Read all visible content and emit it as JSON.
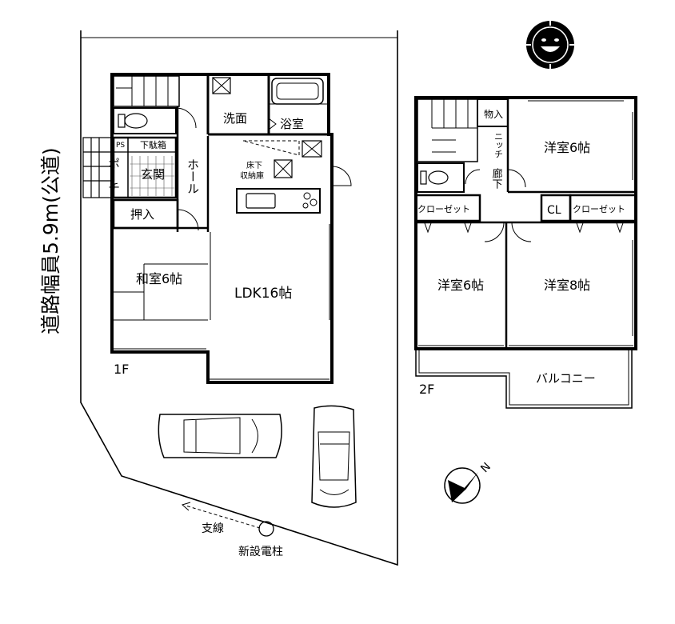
{
  "road": {
    "label": "道路幅員5.9m(公道)"
  },
  "floor1": {
    "floor_label": "1F",
    "rooms": {
      "washroom": "洗面",
      "bathroom": "浴室",
      "shoe_cabinet": "下駄箱",
      "ps": "PS",
      "porch": "ポーチ",
      "entrance": "玄関",
      "hall": "ホール",
      "underfloor_storage": "床下収納庫",
      "oshiire": "押入",
      "japanese_room": "和室6帖",
      "ldk": "LDK16帖"
    }
  },
  "floor2": {
    "floor_label": "2F",
    "rooms": {
      "storage": "物入",
      "niche": "ニッチ",
      "corridor": "廊下",
      "western_room_ne": "洋室6帖",
      "closet_left": "クローゼット",
      "closet_right": "クローゼット",
      "cl": "CL",
      "western_room_sw": "洋室6帖",
      "western_room_se": "洋室8帖",
      "balcony": "バルコニー"
    }
  },
  "site": {
    "guy_wire": "支線",
    "new_pole": "新設電柱",
    "north": "N"
  },
  "icons": {
    "sun": "sun-face-icon",
    "compass": "north-arrow-icon",
    "car": "car-icon"
  }
}
